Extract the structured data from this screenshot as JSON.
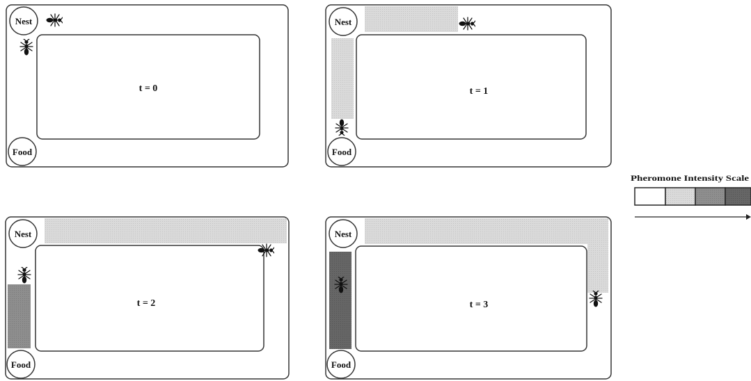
{
  "colors": {
    "outline": "#333333",
    "pheromone_light": "#d6d6d6",
    "pheromone_medium": "#8e8e8e",
    "pheromone_dark": "#5e5e5e",
    "background": "#ffffff",
    "ant": "#111111"
  },
  "panels": [
    {
      "id": "t0",
      "time_label": "t = 0",
      "nest_label": "Nest",
      "food_label": "Food",
      "trails": [],
      "ants": [
        "ant-icon",
        "ant-icon"
      ]
    },
    {
      "id": "t1",
      "time_label": "t = 1",
      "nest_label": "Nest",
      "food_label": "Food",
      "trails": [
        "light-top",
        "light-left"
      ],
      "ants": [
        "ant-icon",
        "ant-icon"
      ]
    },
    {
      "id": "t2",
      "time_label": "t = 2",
      "nest_label": "Nest",
      "food_label": "Food",
      "trails": [
        "light-top",
        "dark-left"
      ],
      "ants": [
        "ant-icon",
        "ant-icon"
      ]
    },
    {
      "id": "t3",
      "time_label": "t = 3",
      "nest_label": "Nest",
      "food_label": "Food",
      "trails": [
        "light-top",
        "light-right",
        "dark-left"
      ],
      "ants": [
        "ant-icon",
        "ant-icon"
      ]
    }
  ],
  "legend": {
    "title": "Pheromone Intensity Scale",
    "swatches": [
      "#ffffff",
      "#d6d6d6",
      "#8e8e8e",
      "#5e5e5e"
    ],
    "arrow": "arrow-right-icon"
  }
}
